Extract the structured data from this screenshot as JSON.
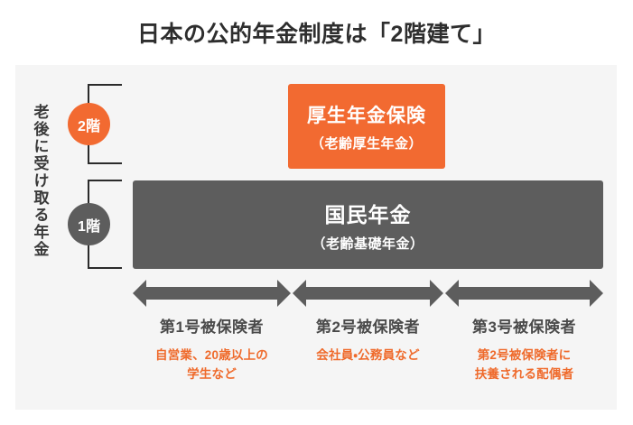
{
  "title": "日本の公的年金制度は「2階建て」",
  "side_label": "老後に受け取る年金",
  "floors": [
    {
      "badge": "2階",
      "color": "#f26a31"
    },
    {
      "badge": "1階",
      "color": "#5d5d5d"
    }
  ],
  "tiers": [
    {
      "name": "厚生年金保険",
      "sub": "（老齢厚生年金）",
      "color": "#f26a31"
    },
    {
      "name": "国民年金",
      "sub": "（老齢基礎年金）",
      "color": "#5d5d5d"
    }
  ],
  "categories": [
    {
      "title": "第1号被保険者",
      "sub": "自営業、20歳以上の\n学生など"
    },
    {
      "title": "第2号被保険者",
      "sub": "会社員・公務員など"
    },
    {
      "title": "第3号被保険者",
      "sub": "第2号被保険者に\n扶養される配偶者"
    }
  ],
  "colors": {
    "accent_orange": "#f26a31",
    "gray": "#5d5d5d",
    "panel_bg": "#f5f5f5",
    "sub_text_orange": "#ef6a2b",
    "bracket": "#2b2b2b"
  }
}
